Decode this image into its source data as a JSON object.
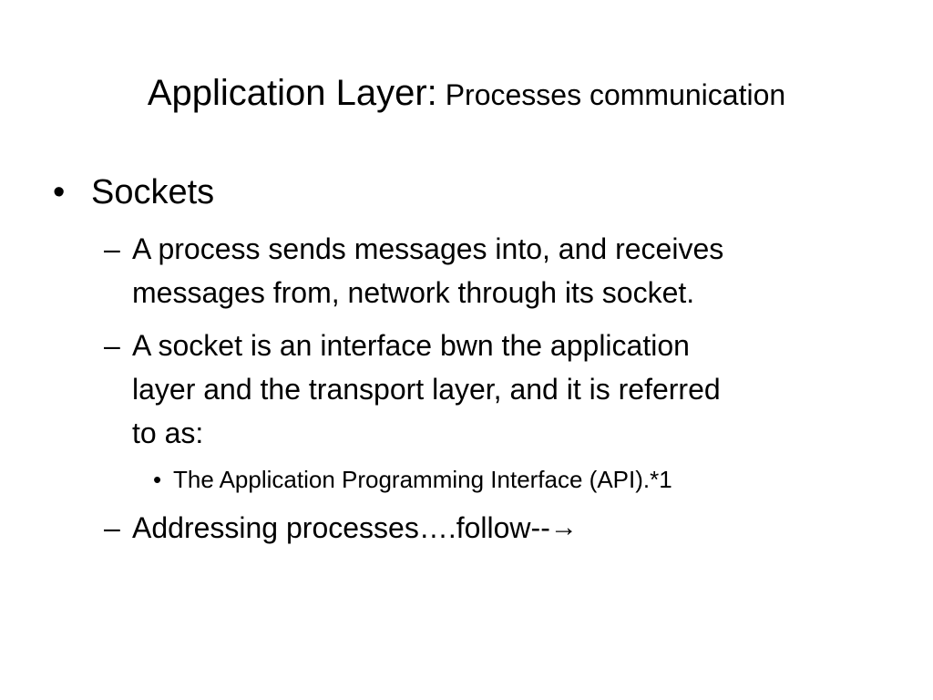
{
  "title": {
    "main": "Application Layer",
    "colon": ":",
    "sub": " Processes communication"
  },
  "bullets": {
    "l1_marker": "•",
    "l2_marker": "–",
    "l3_marker": "•",
    "sockets": "Sockets",
    "item1_line1": "A process sends messages into, and receives",
    "item1_line2": "messages from, network through its socket.",
    "item2_line1": "A socket is an interface bwn the application",
    "item2_line2": "layer and the transport layer, and it is referred",
    "item2_line3": "to as:",
    "sub_item1": "The Application Programming Interface (API).*1",
    "item3": "Addressing processes….follow--",
    "item3_arrow": "→"
  },
  "icons": {
    "arrow": "right-arrow-icon"
  }
}
